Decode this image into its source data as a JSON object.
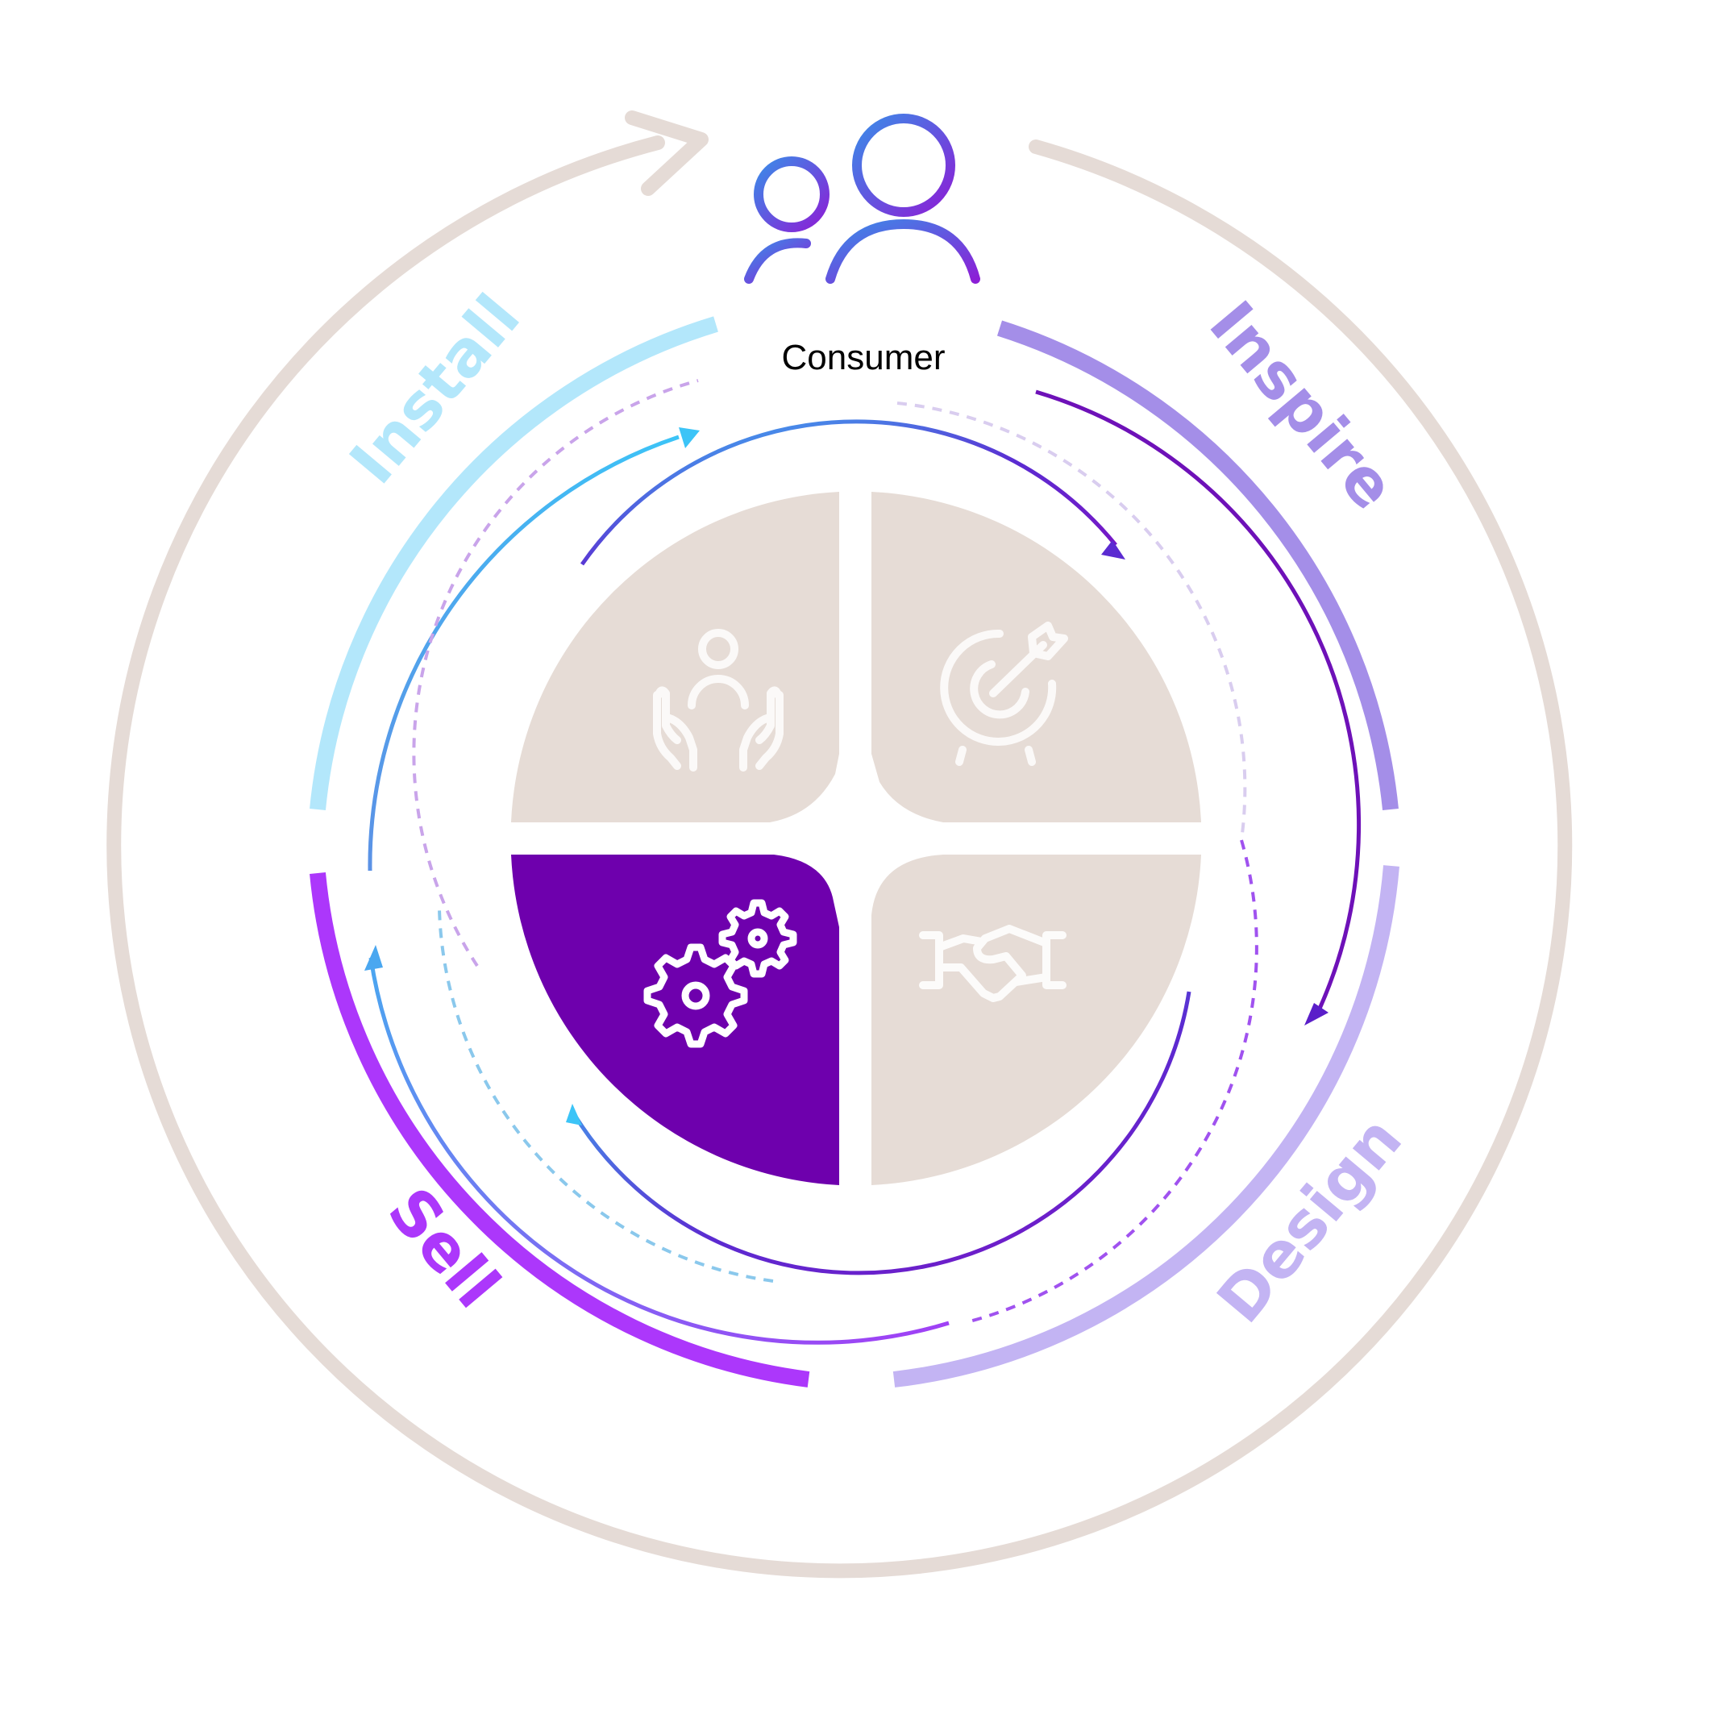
{
  "diagram": {
    "center_label": "Consumer",
    "stages": [
      {
        "id": "inspire",
        "label": "Inspire",
        "color": "#a48ee8",
        "icon": "target-arrow-icon",
        "selected": false
      },
      {
        "id": "design",
        "label": "Design",
        "color": "#c3b4f3",
        "icon": "handshake-icon",
        "selected": false
      },
      {
        "id": "sell",
        "label": "Sell",
        "color": "#ac37fb",
        "icon": "gears-icon",
        "selected": true
      },
      {
        "id": "install",
        "label": "Install",
        "color": "#b3e7fb",
        "icon": "person-hands-icon",
        "selected": false
      }
    ],
    "colors": {
      "outer_ring": "#e5dbd6",
      "quadrant_fill": "#e6dcd6",
      "quadrant_selected": "#6e00ad",
      "icon_stroke": "#ffffff",
      "gradient_blue": "#3cc4f7",
      "gradient_purple": "#7b14c4",
      "consumer_blue": "#3b8be8",
      "consumer_purple": "#8b1fd6"
    }
  }
}
